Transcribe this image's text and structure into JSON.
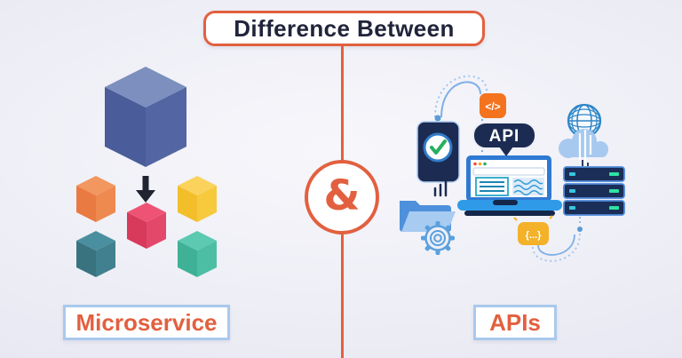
{
  "title": "Difference Between",
  "divider": {
    "ampersand": "&"
  },
  "left": {
    "label": "Microservice",
    "illustration": {
      "icons": [
        "monolith-cube-icon",
        "arrow-down-icon",
        "microservices-cubes-icon"
      ]
    }
  },
  "right": {
    "label": "APIs",
    "illustration": {
      "api_badge": "API",
      "code_icon_text": "</>",
      "braces_icon_text": "{...}",
      "icons": [
        "smartphone-icon",
        "checkmark-icon",
        "code-icon",
        "api-badge",
        "laptop-icon",
        "browser-window-icon",
        "globe-icon",
        "cloud-icon",
        "server-stack-icon",
        "folder-icon",
        "gear-icon",
        "braces-icon",
        "dotted-connector-lines"
      ]
    }
  },
  "colors": {
    "accent_orange": "#E2603F",
    "icon_orange": "#F4731F",
    "title_text": "#21243B",
    "label_border_blue": "#A9C9EC",
    "navy": "#1C2B52",
    "laptop_blue": "#2F79D2",
    "success_green": "#27AE60",
    "server_light_green": "#2EE3A2",
    "braces_yellow": "#F3B229",
    "background": "#ECEDF5",
    "cube_blue_top": "#7C8FBF",
    "cube_orange": "#EE8A4F",
    "cube_yellow": "#F7C93D",
    "cube_pink": "#E3476A",
    "cube_teal": "#41808E",
    "cube_green": "#4CBEA4"
  }
}
